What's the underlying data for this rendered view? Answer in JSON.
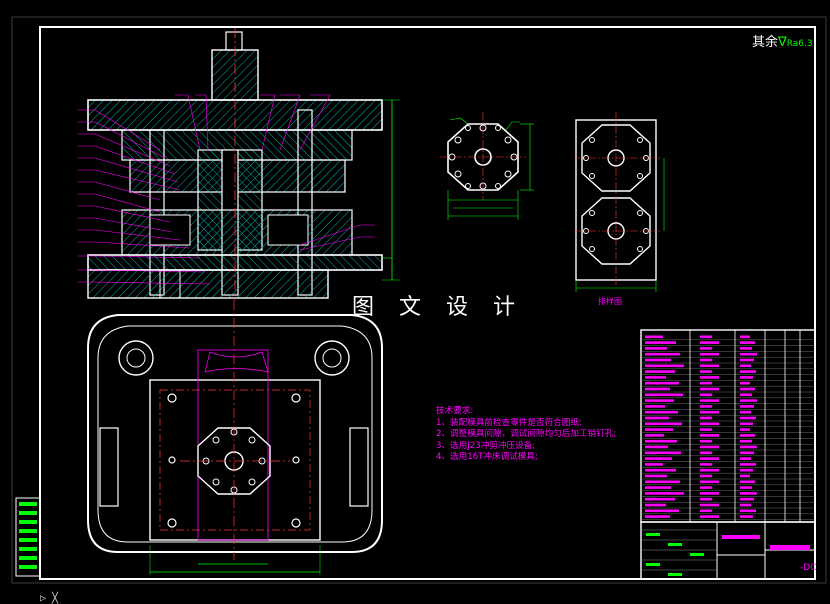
{
  "watermark": "图 文 设 计",
  "roughness": {
    "prefix": "其余",
    "symbol": "∇",
    "value": "Ra6.3"
  },
  "technical_requirements": {
    "title": "技术要求:",
    "items": [
      "1、装配模具前检查零件是否符合图纸;",
      "2、调整模具间隙，调试间隙均匀后加工销钉孔;",
      "3、选用J23冲剪冲压设备;",
      "4、选用16T冲床调试模具;"
    ]
  },
  "strip_layout_label": "排样图",
  "titleblock_code": "-DC",
  "corner_mark": "▷ ╳",
  "colors": {
    "outline": "#ffffff",
    "hatch": "#00ffff",
    "dimension": "#00ff00",
    "centerline": "#ff3333",
    "leader": "#ff00ff",
    "text": "#ff00ff"
  }
}
